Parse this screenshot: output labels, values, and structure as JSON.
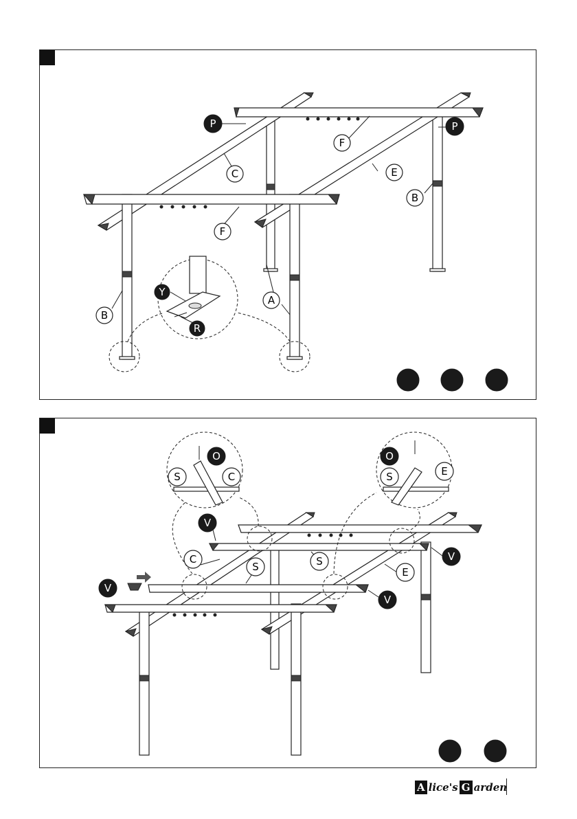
{
  "panel1": {
    "labels": {
      "P1": "P",
      "P2": "P",
      "F1": "F",
      "F2": "F",
      "C": "C",
      "E": "E",
      "B1": "B",
      "B2": "B",
      "A": "A",
      "Y": "Y",
      "R": "R"
    }
  },
  "panel2": {
    "labels": {
      "O1": "O",
      "O2": "O",
      "S1": "S",
      "S2": "S",
      "S3": "S",
      "S4": "S",
      "C1": "C",
      "C2": "C",
      "E1": "E",
      "E2": "E",
      "V1": "V",
      "V2": "V",
      "V3": "V",
      "V4": "V"
    }
  },
  "brand": {
    "box1": "A",
    "text1": "lice's",
    "box2": "G",
    "text2": "arden"
  }
}
